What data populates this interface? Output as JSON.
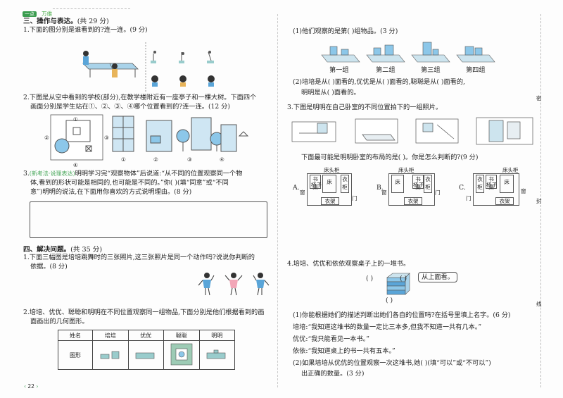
{
  "header": {
    "tag": "一点",
    "tag2": "万维"
  },
  "left": {
    "sec3_title": "三、操作与表达。",
    "sec3_score": "(共 29 分)",
    "q1": "1.下面的图分别是谁看到的?连一连。(9 分)",
    "q2_line1": "2.下图是从空中看到的学校(部分),在教学楼附近有一座亭子和一棵大树。下面四个",
    "q2_line2": "画面分别是学生站在①、②、③、④哪个位置看到的?连一连。(12 分)",
    "q2_marks": [
      "①",
      "②",
      "③",
      "④"
    ],
    "q2_circles": [
      "①",
      "②",
      "③",
      "④"
    ],
    "q3_num": "3.",
    "q3_tag": "(新考法·说理表达)",
    "q3_line1": "明明学习完“观察物体”后说道:“从不同的位置观察同一个物",
    "q3_line2": "体,看到的形状可能是相同的,也可能是不同的。”你(      )(填“同意”或“不同",
    "q3_line3": "意”)明明的说法,在下面用你喜欢的方式说明理由。(8 分)",
    "sec4_title": "四、解决问题。",
    "sec4_score": "(共 35 分)",
    "p1_line1": "1.下面三幅图是培培跳舞时的三张照片,这三张照片是同一个动作吗?说说你判断的",
    "p1_line2": "依据。(8 分)",
    "p2_line1": "2.培培、优优、聪聪和明明在不同位置观察同一组物品,下面分别是他们根据看到的画",
    "p2_line2": "面画出的几何图形。",
    "table_headers": [
      "姓名",
      "培培",
      "优优",
      "聪聪",
      "明明"
    ],
    "table_row_label": "图形",
    "page_number": "22"
  },
  "right": {
    "r1": "(1)他们观察的是第(      )组物品。(3 分)",
    "groups": [
      "第一组",
      "第二组",
      "第三组",
      "第四组"
    ],
    "r2_line1": "(2)培培是从(        )面看的,优优是从(        )面看的,聪聪是从(        )面看的,",
    "r2_line2": "明明是从(        )面看的。",
    "q3_title": "3.下图是明明在自己卧室的不同位置拍下的一组照片。",
    "q3_ask": "下面最可能是明明卧室的布局的是(    )。你是怎么判断的?(9 分)",
    "layout_letters": [
      "A.",
      "B.",
      "C."
    ],
    "layout_top": "床头柜",
    "layout_words": {
      "desk": "书桌",
      "chair": "椅子",
      "bed": "床",
      "wardrobe": "衣柜",
      "window": "窗",
      "door": "门",
      "hanger": "衣架"
    },
    "q4_title": "4.培培、优优和依依观察桌子上的一堆书。",
    "bubble": "从上面看。",
    "paren_left": "(      )",
    "paren_right": "(      )",
    "paren_bottom": "(      )",
    "q4_sub1": "(1)你能根据她们的描述判断出她们各自的位置吗?在括号里填上名字。(6 分)",
    "q4_pei": "培培:“我知道这堆书的数量一定比三本多,但我不知道一共有几本。”",
    "q4_you": "优优:“我只能看见一本书。”",
    "q4_yi": "依依:“我知道桌上的书一共有五本。”",
    "q4_sub2_line1": "(2)如果培培从优优的位置观察一次这堆书,她(        )(填“可以”或“不可以”)",
    "q4_sub2_line2": "出正确的数量。(3 分)",
    "margin_chars": [
      "密",
      "封",
      "线"
    ]
  }
}
